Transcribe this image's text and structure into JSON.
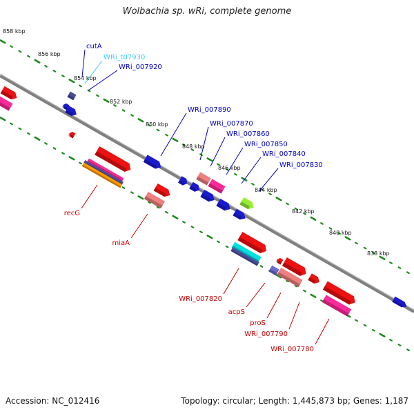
{
  "title": "Wolbachia sp. wRi, complete genome",
  "footer": {
    "accession": "Accession: NC_012416",
    "summary": "Topology: circular; Length: 1,445,873 bp; Genes: 1,187"
  },
  "colors": {
    "backbone": "#808080",
    "tick": "#1a8a1a",
    "label_top": "#0000cc",
    "label_top_alt": "#33ccff",
    "label_bottom": "#cc0000"
  },
  "kbp_ticks": [
    "858 kbp",
    "856 kbp",
    "854 kbp",
    "852 kbp",
    "850 kbp",
    "848 kbp",
    "846 kbp",
    "844 kbp",
    "842 kbp",
    "840 kbp",
    "838 kbp"
  ],
  "top_labels": [
    "cutA",
    "WRi_t07930",
    "WRi_007920",
    "WRi_007890",
    "WRi_007870",
    "WRi_007860",
    "WRi_007850",
    "WRi_007840",
    "WRi_007830"
  ],
  "bottom_labels": [
    "recG",
    "miaA",
    "WRi_007820",
    "acpS",
    "proS",
    "WRi_007790",
    "WRi_007780"
  ]
}
